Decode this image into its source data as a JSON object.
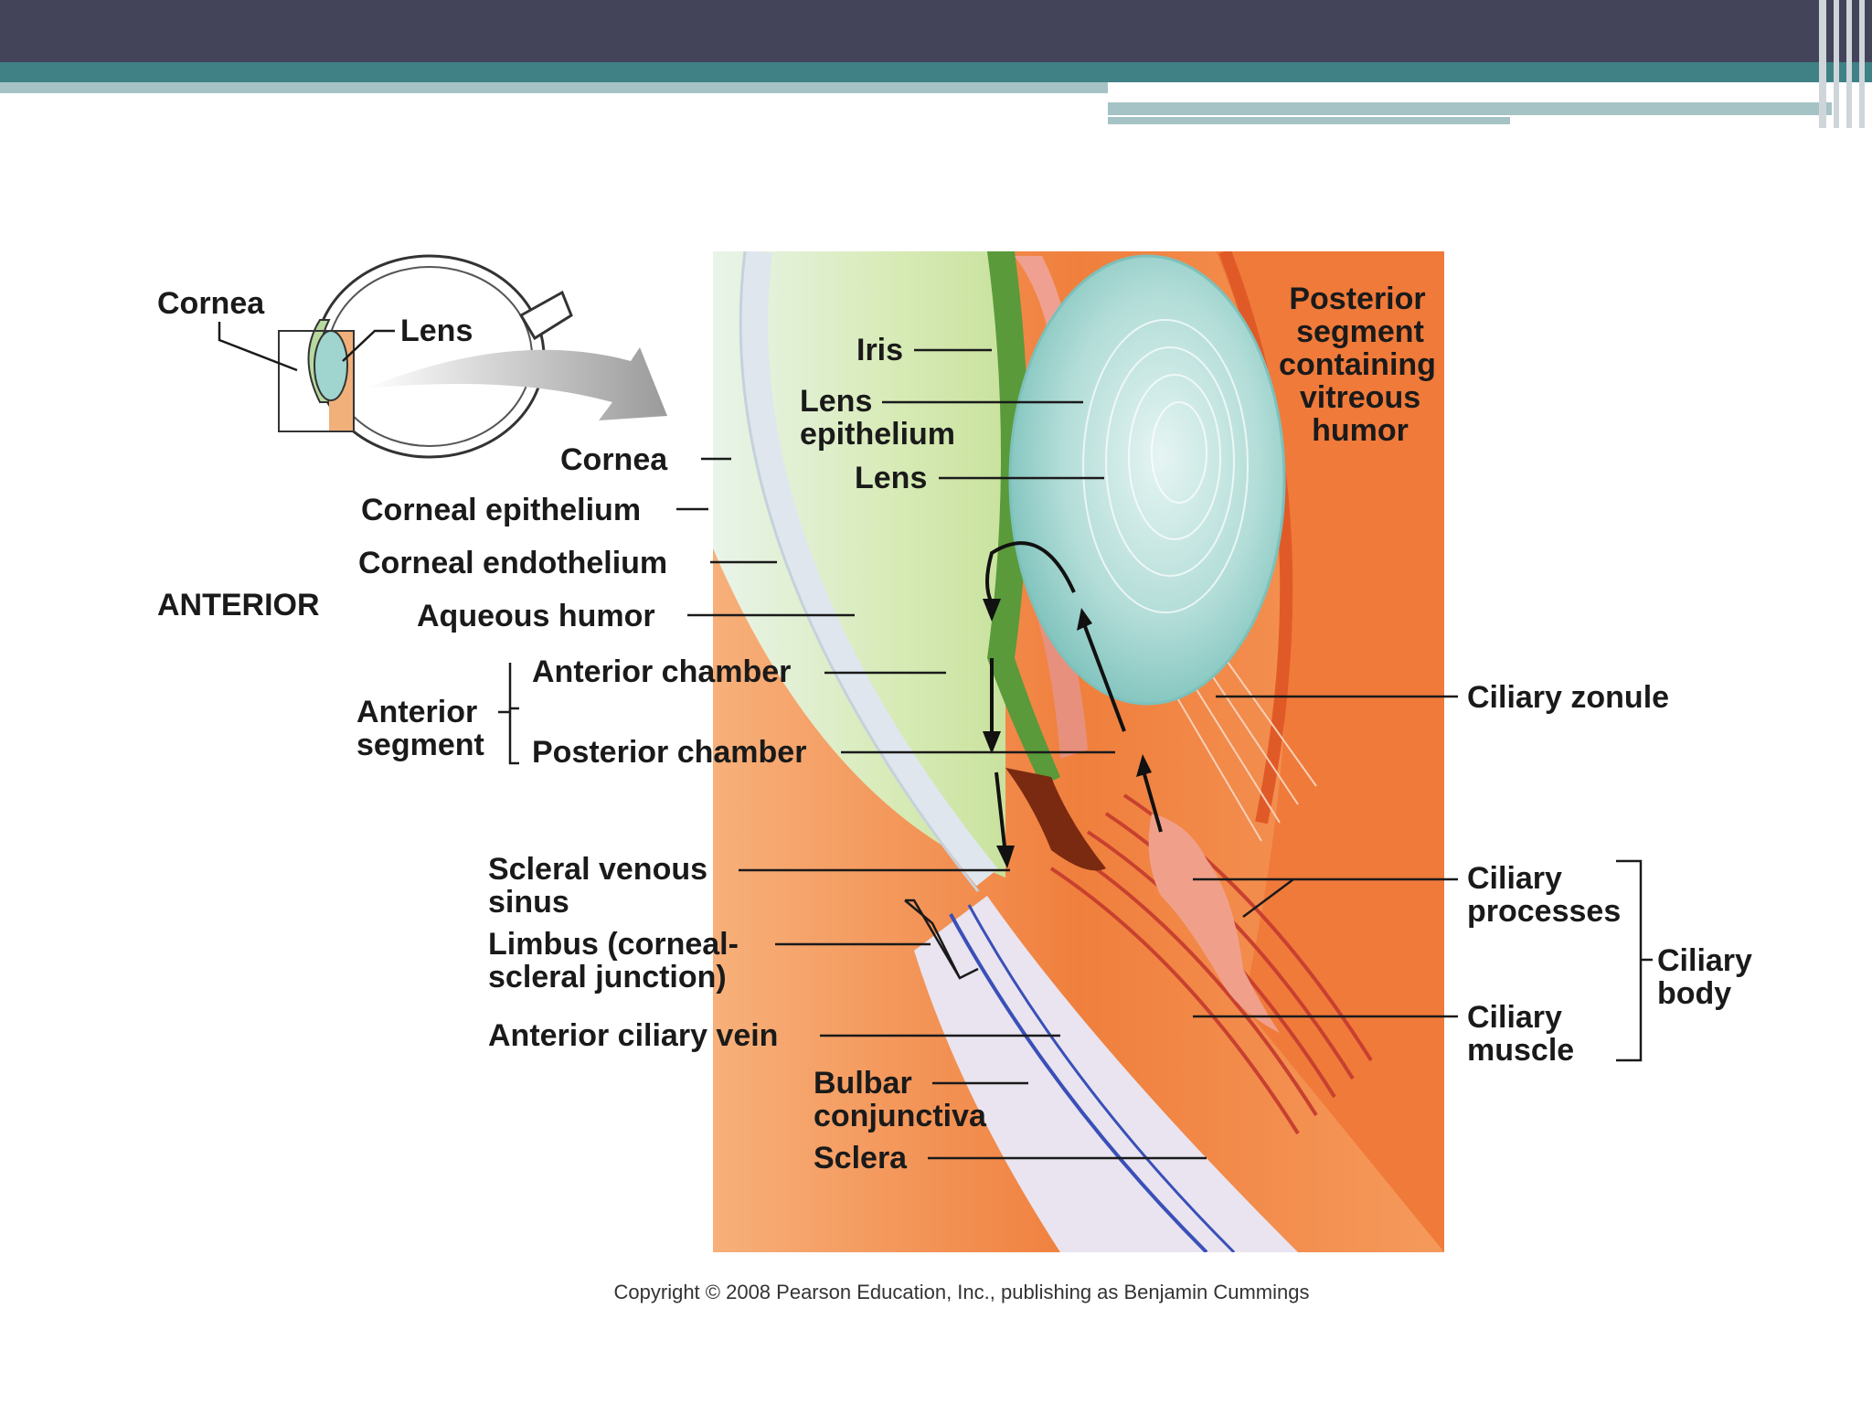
{
  "labels": {
    "inset_cornea": "Cornea",
    "inset_lens": "Lens",
    "anterior": "ANTERIOR",
    "iris": "Iris",
    "lens_epithelium_1": "Lens",
    "lens_epithelium_2": "epithelium",
    "lens": "Lens",
    "cornea": "Cornea",
    "corneal_epithelium": "Corneal epithelium",
    "corneal_endothelium": "Corneal endothelium",
    "aqueous_humor": "Aqueous humor",
    "anterior_chamber": "Anterior chamber",
    "anterior_segment_1": "Anterior",
    "anterior_segment_2": "segment",
    "posterior_chamber": "Posterior chamber",
    "scleral_venous_sinus_1": "Scleral venous",
    "scleral_venous_sinus_2": "sinus",
    "limbus_1": "Limbus (corneal-",
    "limbus_2": "scleral junction)",
    "anterior_ciliary_vein": "Anterior ciliary vein",
    "bulbar_conjunctiva_1": "Bulbar",
    "bulbar_conjunctiva_2": "conjunctiva",
    "sclera": "Sclera",
    "posterior_segment_1": "Posterior",
    "posterior_segment_2": "segment",
    "posterior_segment_3": "containing",
    "posterior_segment_4": "vitreous",
    "posterior_segment_5": "humor",
    "ciliary_zonule": "Ciliary zonule",
    "ciliary_processes_1": "Ciliary",
    "ciliary_processes_2": "processes",
    "ciliary_body_1": "Ciliary",
    "ciliary_body_2": "body",
    "ciliary_muscle_1": "Ciliary",
    "ciliary_muscle_2": "muscle"
  },
  "copyright": "Copyright © 2008 Pearson Education, Inc., publishing as Benjamin Cummings",
  "colors": {
    "header_dark": "#43435a",
    "header_teal": "#3f8185",
    "header_light": "#a5c3c5",
    "aqueous": "#d9ecc0",
    "iris_green": "#5a9a3a",
    "lens": "#9fd4cf",
    "sclera_orange": "#f28a4a",
    "muscle_red": "#d9604a"
  }
}
